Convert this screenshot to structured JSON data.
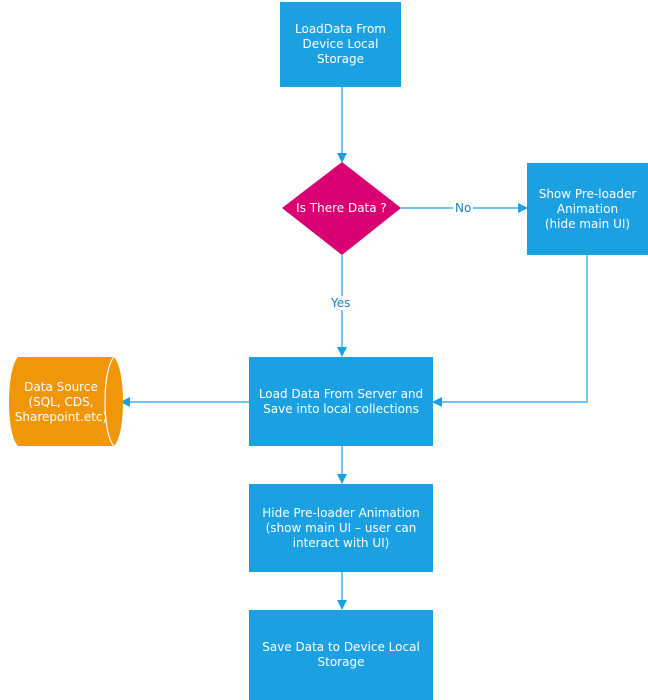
{
  "colors": {
    "process": "#1ba1e2",
    "decision": "#d80073",
    "datastore": "#f09609",
    "connector": "#1ba1e2",
    "label": "#1b7fc0"
  },
  "nodes": {
    "load_local": "LoadData From\nDevice Local\nStorage",
    "decision": "Is There Data ?",
    "show_preloader": "Show Pre-loader\nAnimation\n(hide main UI)",
    "load_server": "Load Data From Server and\nSave into local collections",
    "data_source": "Data Source\n(SQL, CDS,\nSharepoint.etc)",
    "hide_preloader": "Hide Pre-loader Animation\n(show main UI – user can\ninteract with UI)",
    "save_local": "Save Data to Device Local\nStorage"
  },
  "edges": {
    "no_label": "No",
    "yes_label": "Yes"
  }
}
